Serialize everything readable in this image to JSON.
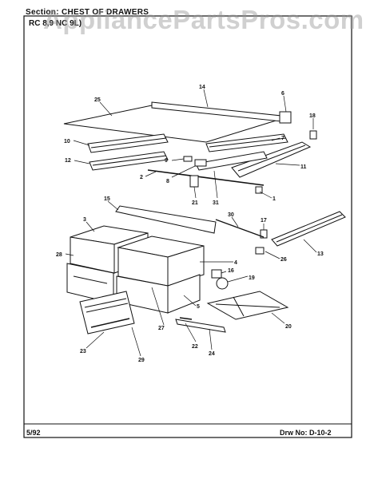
{
  "header": {
    "section_label": "Section:",
    "section_title": "CHEST OF DRAWERS",
    "model": "RC 8,9 NC 9L)"
  },
  "watermark": "AppliancePartsPros.com",
  "footer": {
    "date": "5/92",
    "drawing_label": "Drw No:",
    "drawing_no": "D-10-2"
  },
  "callouts": [
    "1",
    "2",
    "3",
    "4",
    "5",
    "6",
    "7",
    "8",
    "9",
    "10",
    "11",
    "12",
    "13",
    "14",
    "15",
    "16",
    "17",
    "18",
    "19",
    "20",
    "21",
    "22",
    "23",
    "24",
    "25",
    "26",
    "27",
    "28",
    "29",
    "30",
    "31"
  ],
  "colors": {
    "line": "#111111",
    "watermark": "#969696"
  }
}
